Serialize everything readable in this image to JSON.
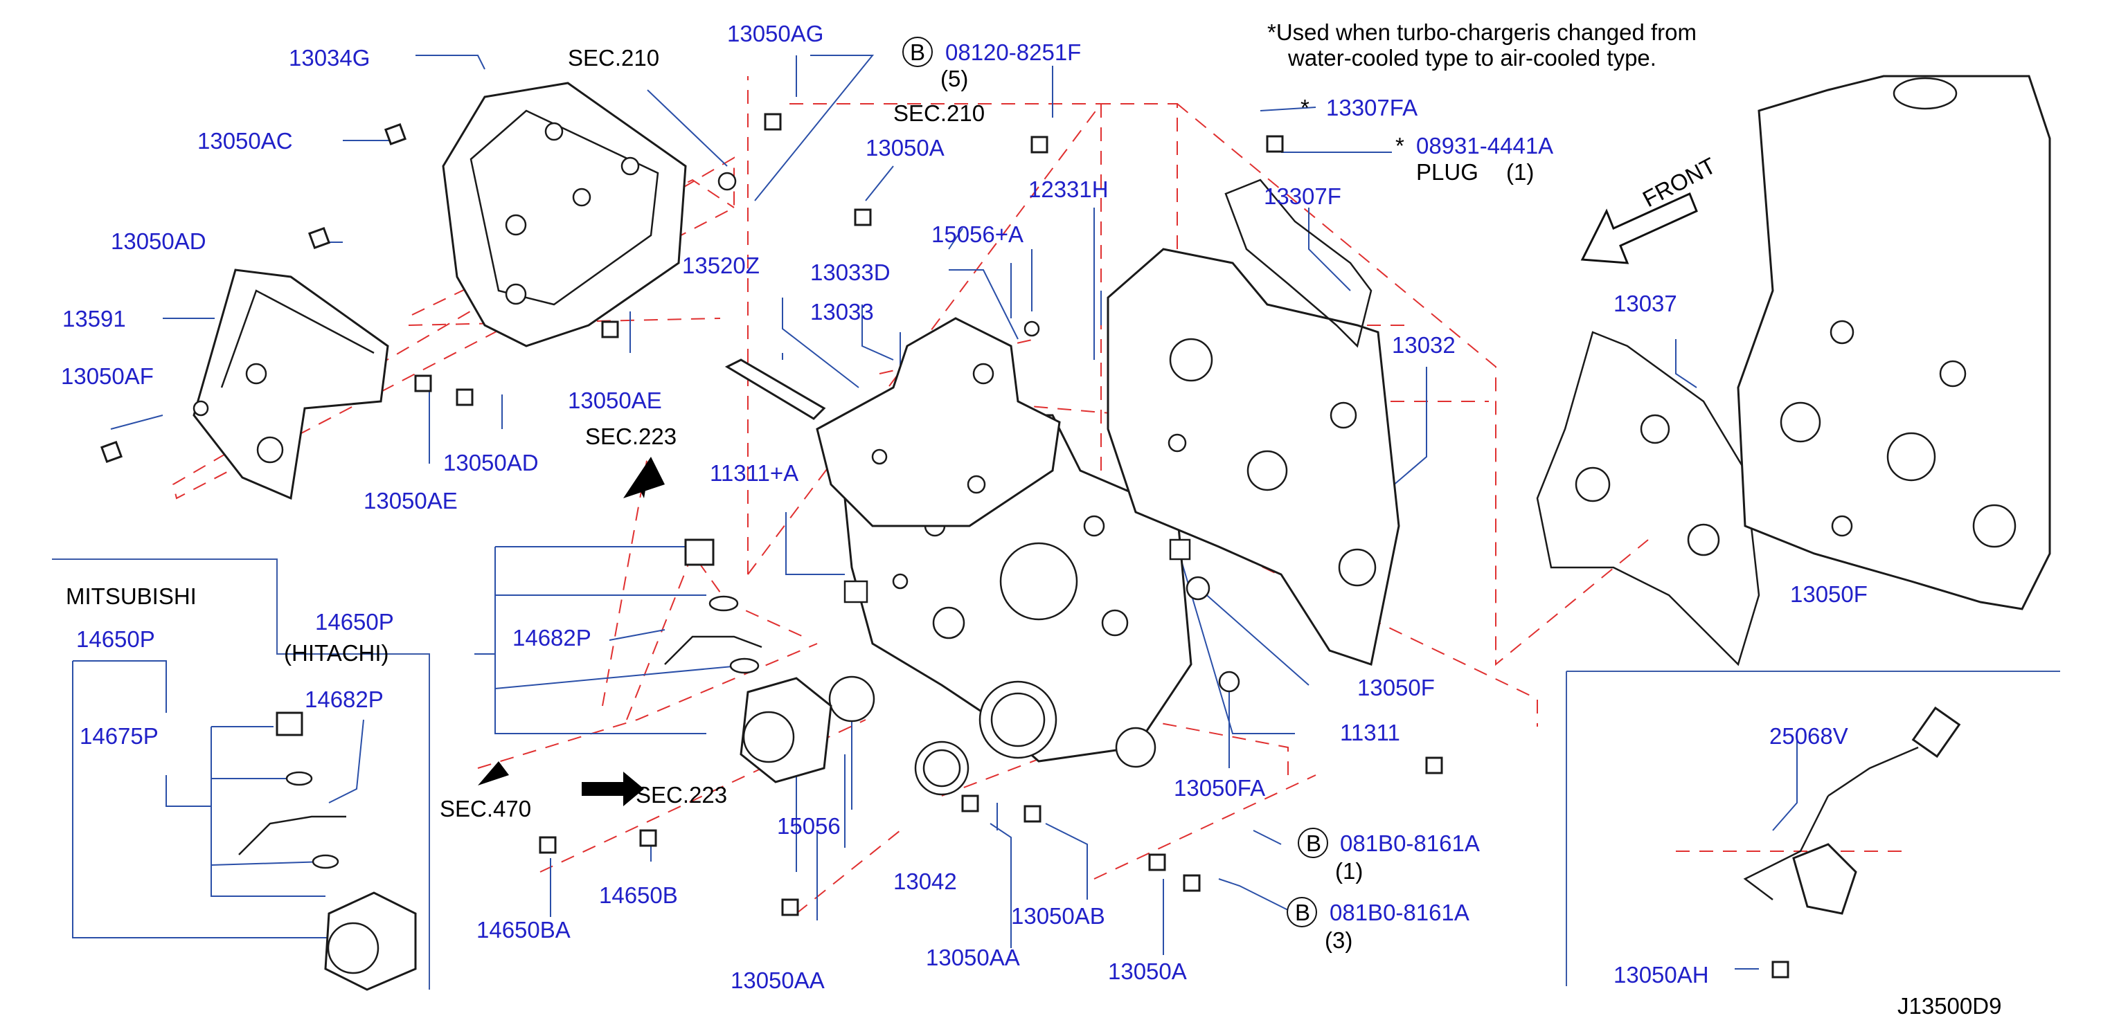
{
  "diagram": {
    "note": {
      "line1": "*Used  when  turbo-chargeris  changed  from",
      "line2": "water-cooled  type  to  air-cooled  type."
    },
    "front_label": "FRONT",
    "drawing_id": "J13500D9",
    "bolt_marker": "B",
    "box_titles": {
      "mitsubishi": "MITSUBISHI",
      "hitachi": "(HITACHI)"
    },
    "parts": {
      "p13034G": "13034G",
      "p13050AC": "13050AC",
      "p13050AD_a": "13050AD",
      "p13591": "13591",
      "p13050AF": "13050AF",
      "p13050AE_a": "13050AE",
      "p13050AD_b": "13050AD",
      "p13050AE_b": "13050AE",
      "p13050AG": "13050AG",
      "p13520Z": "13520Z",
      "p08120": "08120-8251F",
      "q08120": "(5)",
      "p13050A_a": "13050A",
      "p13033D": "13033D",
      "p13033": "13033",
      "p15056A": "15056+A",
      "p12331H": "12331H",
      "p11311A": "11311+A",
      "p13307FA": "13307FA",
      "p08931": "08931-4441A",
      "plug": "PLUG",
      "q_plug": "(1)",
      "p13307F": "13307F",
      "p13032": "13032",
      "p13037": "13037",
      "p13050F_a": "13050F",
      "p13050F_b": "13050F",
      "p11311": "11311",
      "p13050FA": "13050FA",
      "p15056": "15056",
      "p13042": "13042",
      "p13050AA_a": "13050AA",
      "p13050AB": "13050AB",
      "p13050A_b": "13050A",
      "p13050AA_b": "13050AA",
      "p081B0_a": "081B0-8161A",
      "q081B0_a": "(1)",
      "p081B0_b": "081B0-8161A",
      "q081B0_b": "(3)",
      "p14650P_a": "14650P",
      "p14650P_b": "14650P",
      "p14675P": "14675P",
      "p14682P_a": "14682P",
      "p14682P_b": "14682P",
      "p14650BA": "14650BA",
      "p14650B": "14650B",
      "p25068V": "25068V",
      "p13050AH": "13050AH"
    },
    "sections": {
      "s210_a": "SEC.210",
      "s210_b": "SEC.210",
      "s223_a": "SEC.223",
      "s223_b": "SEC.223",
      "s470": "SEC.470"
    },
    "colors": {
      "label_blue": "#2020c8",
      "leader_blue": "#2a4fa8",
      "dash_red": "#e03030",
      "line_black": "#1a1a1a"
    }
  }
}
